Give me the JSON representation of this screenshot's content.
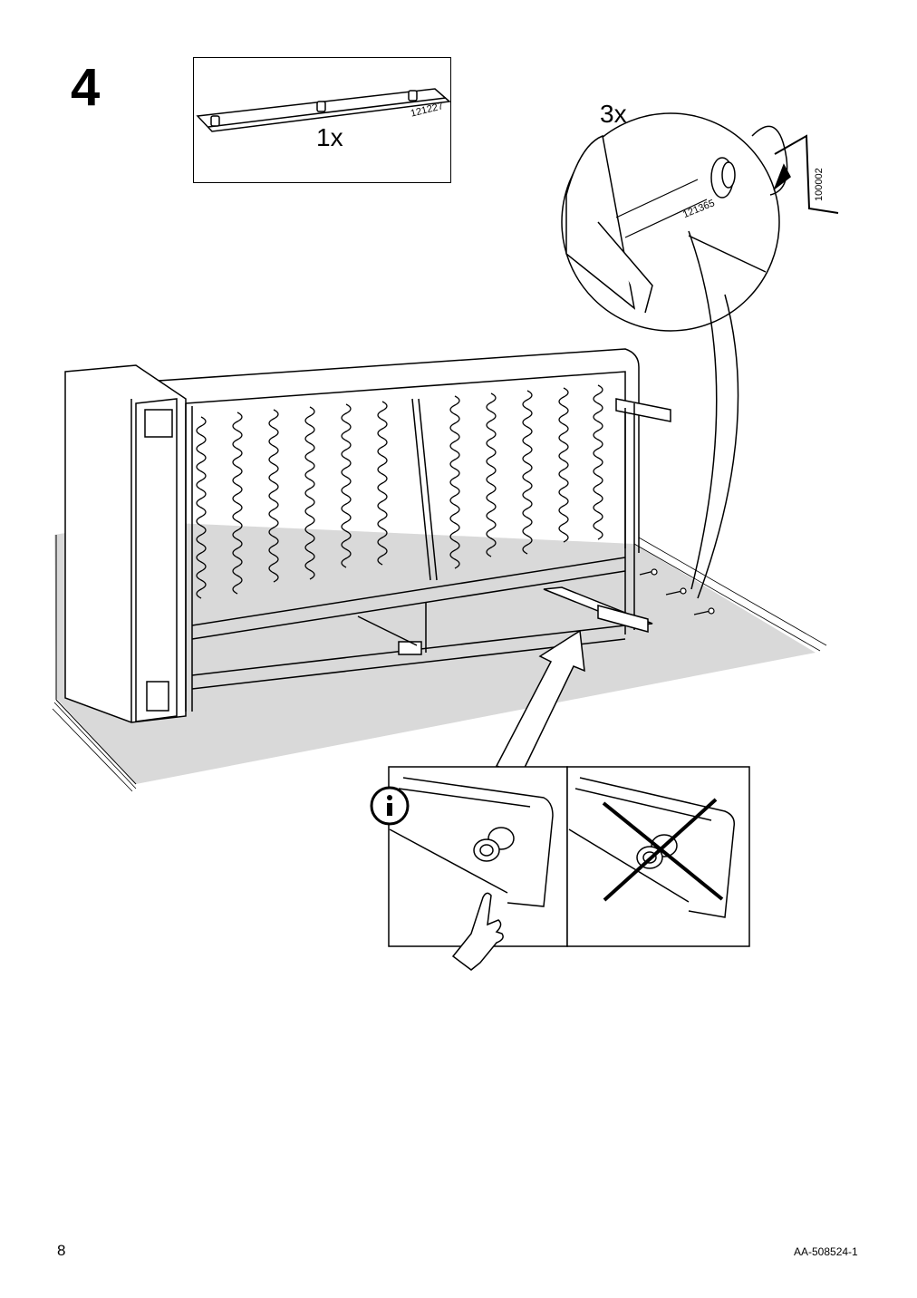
{
  "step": {
    "number": "4"
  },
  "parts": {
    "rail": {
      "quantity": "1x",
      "part_id": "121227"
    },
    "screw": {
      "quantity": "3x",
      "part_id": "121365"
    },
    "allen_key": {
      "part_id": "100002"
    }
  },
  "info_panel": {
    "info_icon": "info-icon",
    "correct_icon": "pointing-hand-icon",
    "incorrect_icon": "cross-out-icon"
  },
  "footer": {
    "page_number": "8",
    "doc_code": "AA-508524-1"
  },
  "colors": {
    "line": "#000000",
    "rug": "#d9d9d9",
    "paper": "#ffffff"
  }
}
